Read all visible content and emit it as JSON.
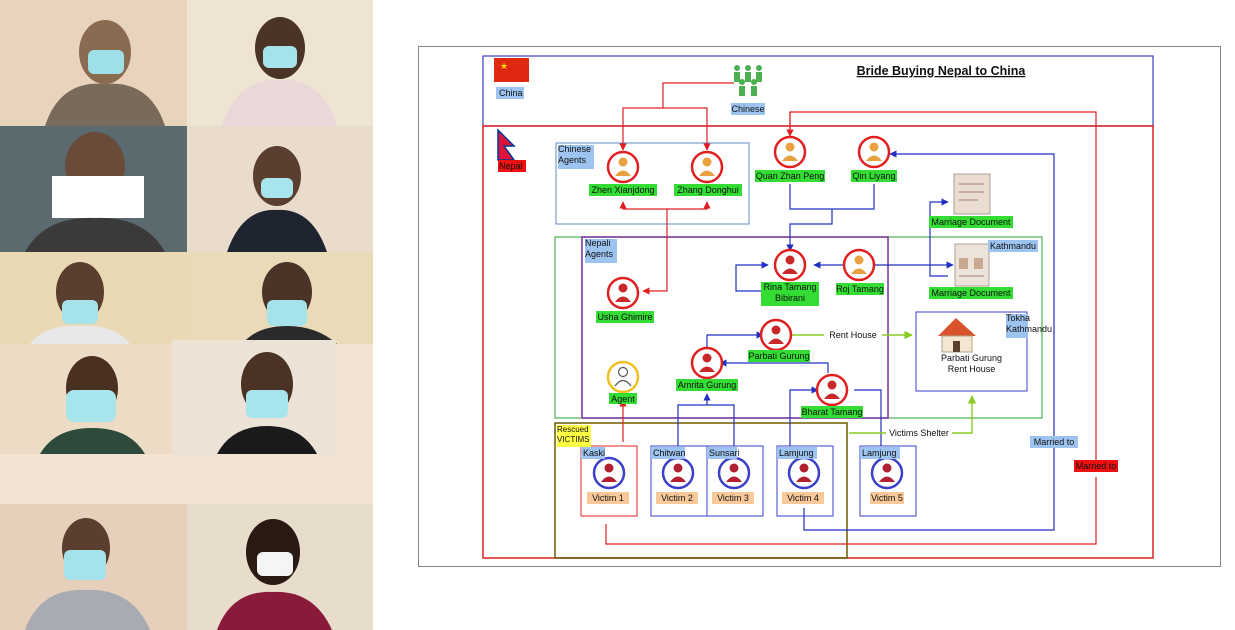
{
  "diagram": {
    "title": "Bride Buying Nepal to China",
    "regions": {
      "china": "China",
      "nepal": "Nepal",
      "chinese_agents": "Chinese Agents",
      "nepali_agents": "Nepali Agents",
      "rescued_victims": "Rescued VICTIMS",
      "kathmandu": "Kathmandu",
      "tokha": "Tokha Kathmandu"
    },
    "nodes": {
      "chinese": "Chinese",
      "zhen": "Zhen Xianjdong",
      "zhang": "Zhang Donghui",
      "quan": "Quan Zhan Peng",
      "qin": "Qin Liyang",
      "rina": "Rina Tamang Bibirani",
      "roj": "Roj Tamang",
      "usha": "Usha Ghimire",
      "parbati": "Parbati Gurung",
      "amrita": "Amrita Gurung",
      "bharat": "Bharat Tamang",
      "agent": "Agent",
      "v1": "Victim 1",
      "v2": "Victim 2",
      "v3": "Victim 3",
      "v4": "Victim 4",
      "v5": "Victim 5",
      "house": "Parbati Gurung Rent House"
    },
    "districts": {
      "kaski": "Kaski",
      "chitwan": "Chitwan",
      "sunsari": "Sunsari",
      "lamjung1": "Lamjung",
      "lamjung2": "Lamjung"
    },
    "docs": {
      "doc1": "Marriage Document",
      "doc2": "Marriage Document"
    },
    "edges": {
      "rent_house": "Rent House",
      "victims_shelter": "Victims Shelter",
      "married_to_blue": "Married to",
      "married_to_red": "Married to"
    },
    "colors": {
      "china_border": "#3b3fc9",
      "nepal_border": "#e02020",
      "nepali_agents_border": "#7b2fa0",
      "green_region": "#4caf50",
      "victims_border": "#6b5a00",
      "label_green": "#33dd33",
      "label_blue": "#9dc3f0",
      "label_peach": "#f9c99a",
      "label_yellow": "#ffff44",
      "label_red": "#ee1111",
      "edge_red": "#e02020",
      "edge_blue": "#2030c0",
      "edge_green": "#88cc22"
    }
  }
}
